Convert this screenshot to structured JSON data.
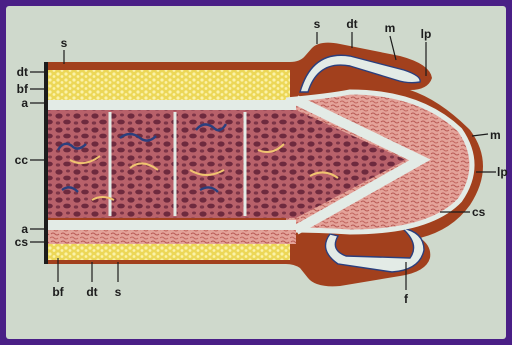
{
  "labels": {
    "s_top_left": "s",
    "dt_left": "dt",
    "bf_left": "bf",
    "a_left_top": "a",
    "cc_left": "cc",
    "a_left_bottom": "a",
    "cs_left": "cs",
    "bf_bottom": "bf",
    "dt_bottom": "dt",
    "s_bottom": "s",
    "s_top": "s",
    "dt_top": "dt",
    "m_top": "m",
    "lp_top": "lp",
    "m_right": "m",
    "lp_right": "lp",
    "cs_right": "cs",
    "f_bottom": "f"
  },
  "colors": {
    "background_frame": "#4a1f86",
    "board": "#cfd9cc",
    "skin": "#a2401d",
    "fat": "#ecd757",
    "albuginea": "#e3ebe6",
    "cavernosum": "#8e3d4f",
    "spongiosum": "#d98f86",
    "vessel": "#2b3f7d",
    "nerve": "#f0c470"
  }
}
